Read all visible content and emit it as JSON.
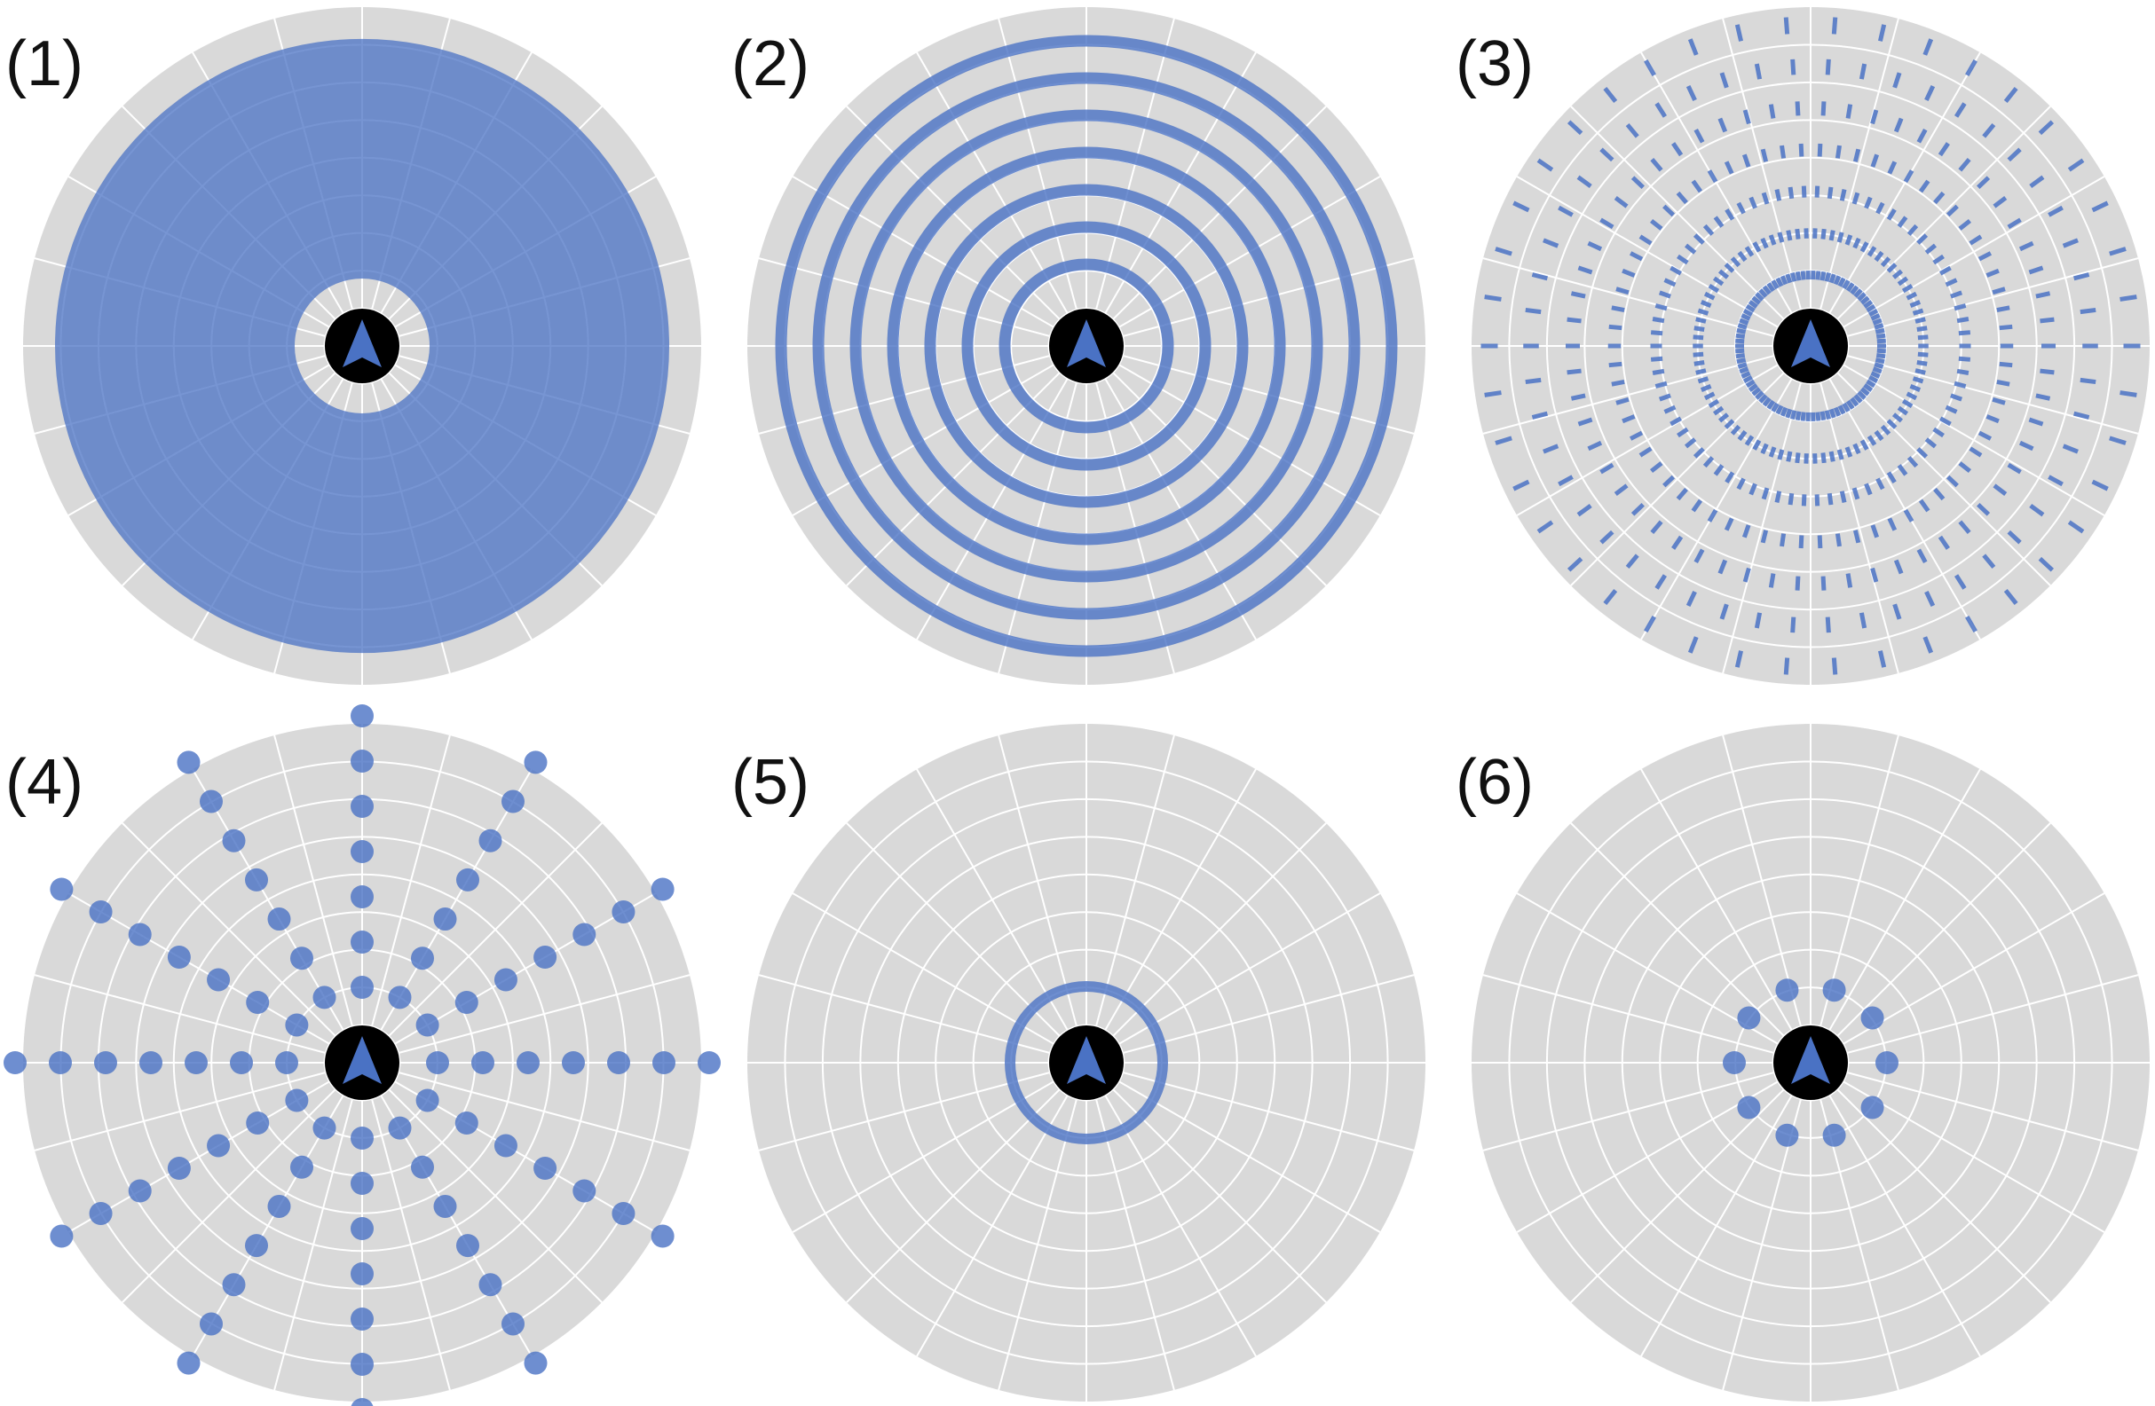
{
  "figure": {
    "colors": {
      "disc_background": "#d9d9d9",
      "grid_line": "#ffffff",
      "pattern": "#4a72c4",
      "center_disc": "#000000",
      "arrow": "#4a72c4"
    },
    "grid": {
      "ring_count": 8,
      "spoke_count": 24
    },
    "center_icon": "navigation-arrow-icon",
    "panels": [
      {
        "label": "(1)",
        "pattern": "filled-disc"
      },
      {
        "label": "(2)",
        "pattern": "concentric-rings",
        "ring_count": 7
      },
      {
        "label": "(3)",
        "pattern": "dashed-rings",
        "ring_count": 7
      },
      {
        "label": "(4)",
        "pattern": "radial-dots",
        "spokes": 12,
        "dots_per_spoke": 7
      },
      {
        "label": "(5)",
        "pattern": "single-ring"
      },
      {
        "label": "(6)",
        "pattern": "dot-ring",
        "dot_count": 10
      }
    ]
  }
}
